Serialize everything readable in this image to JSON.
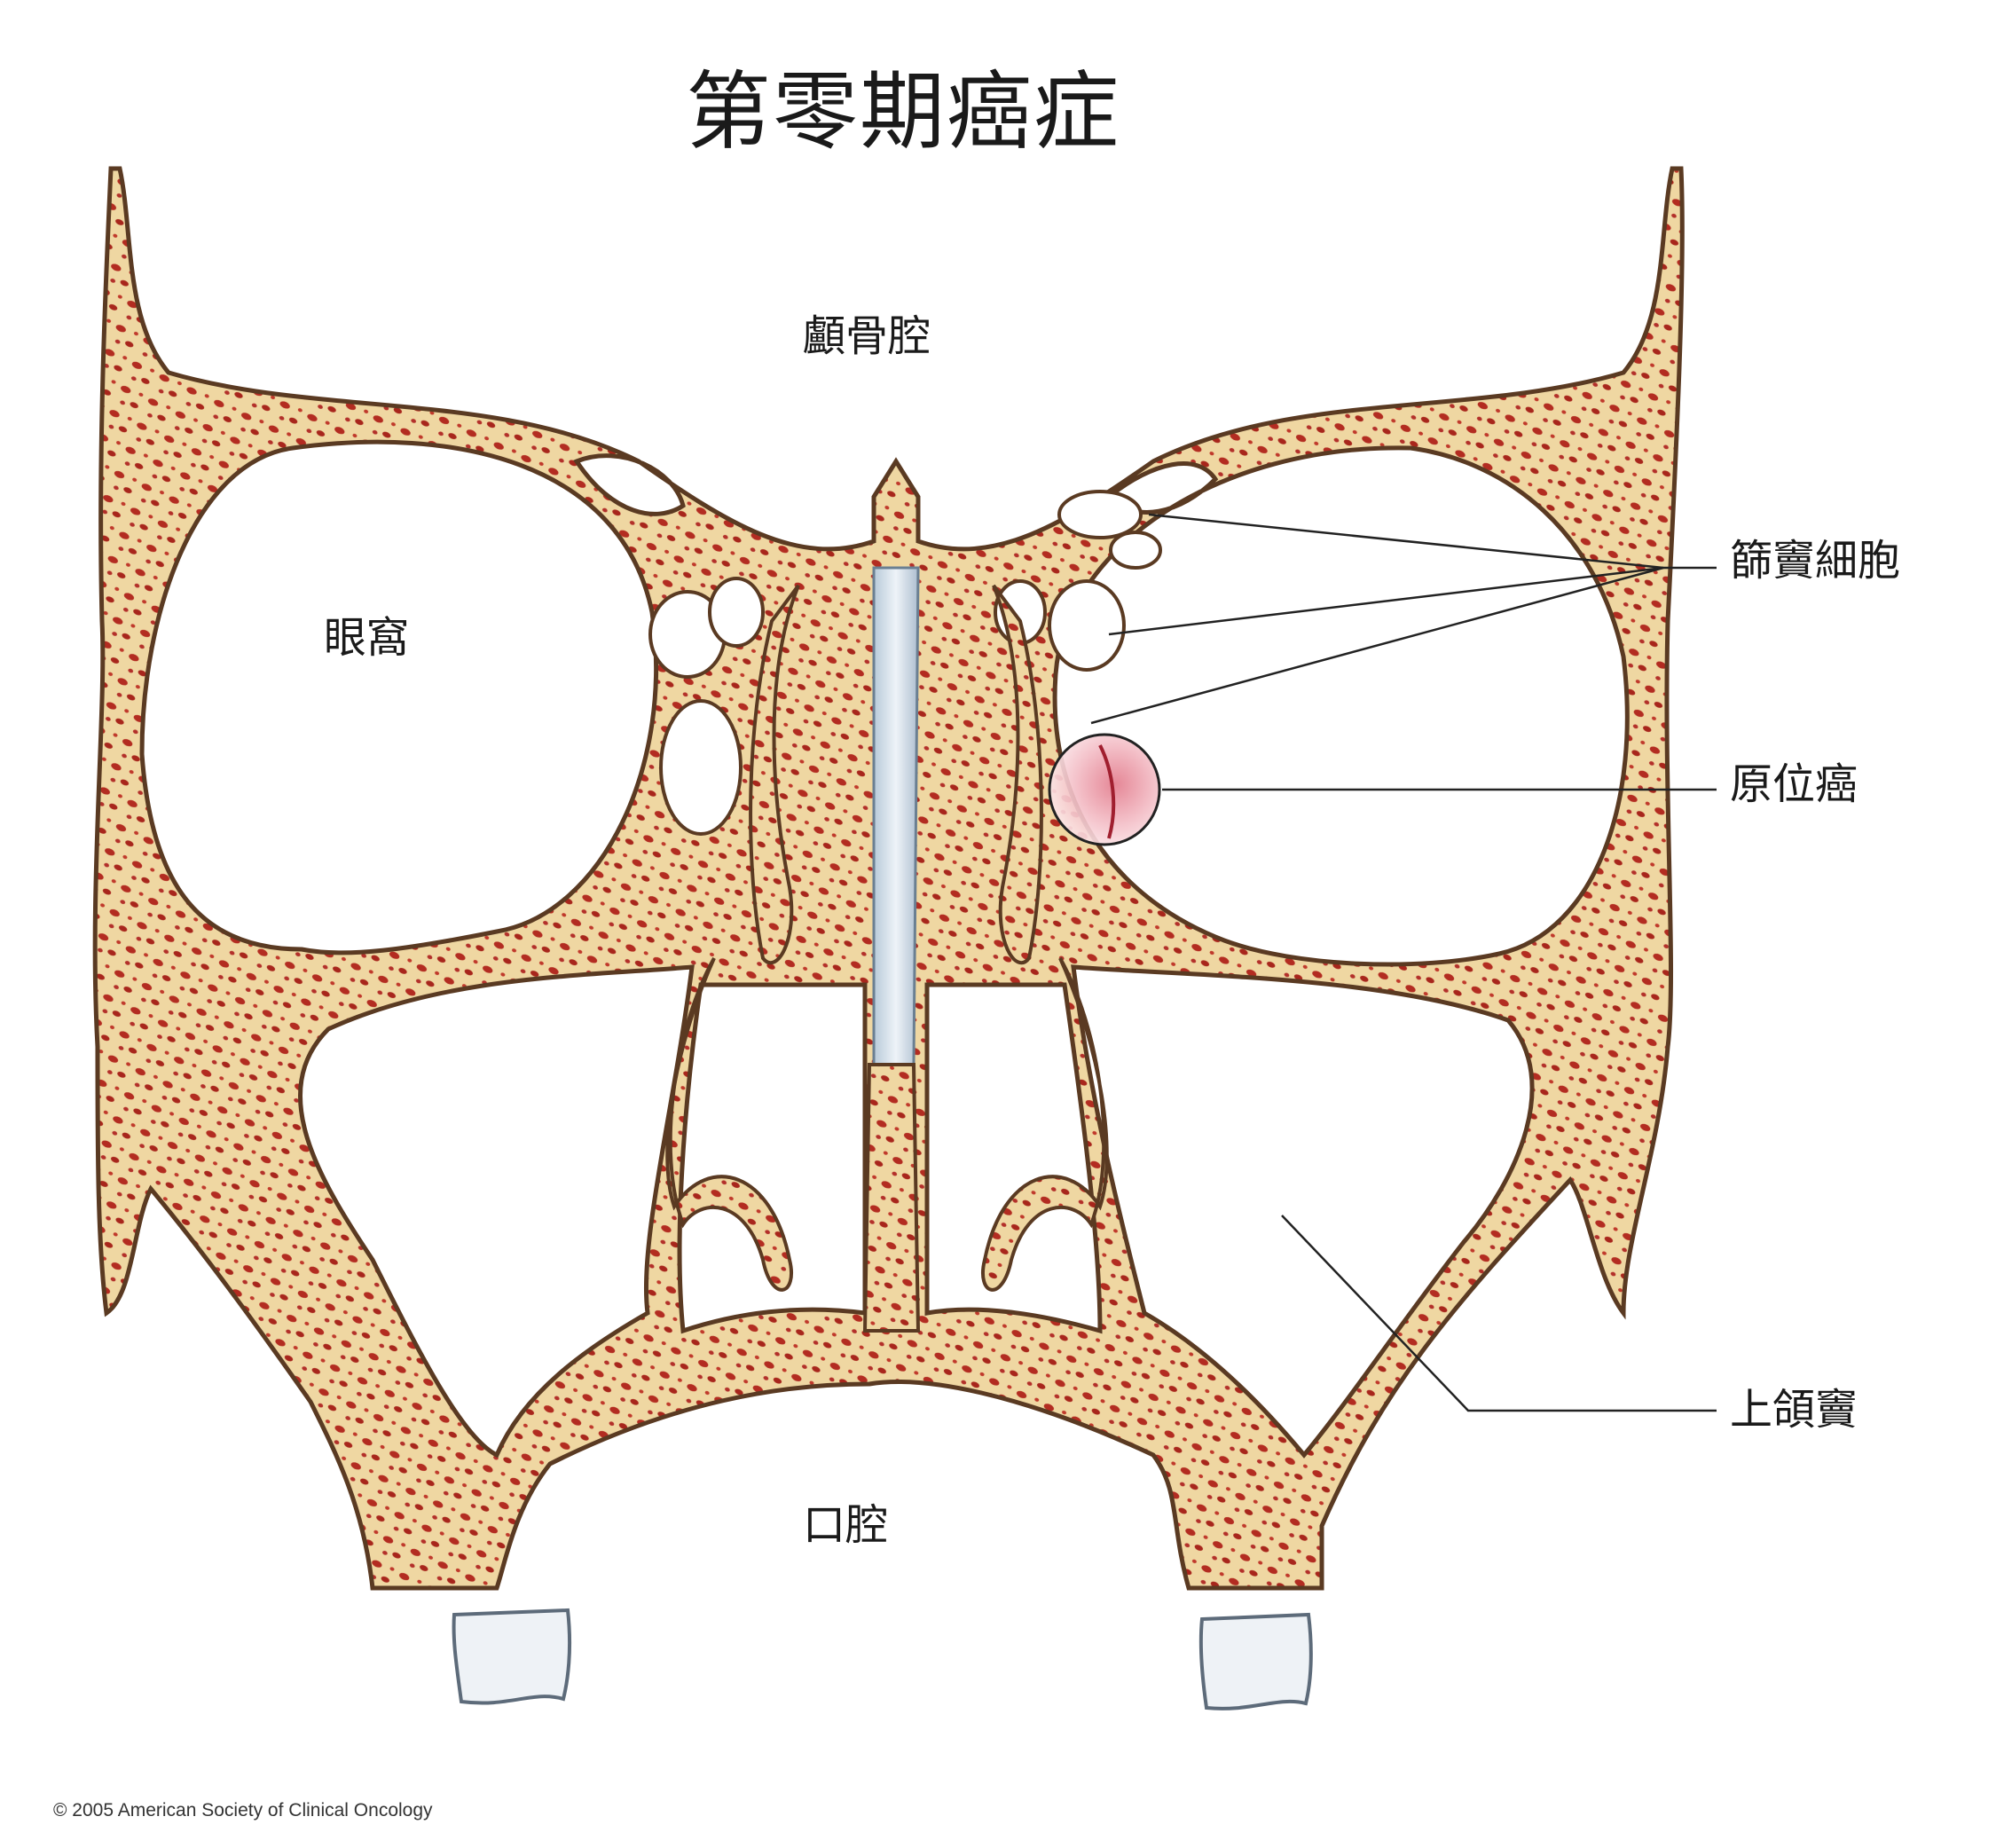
{
  "title": "第零期癌症",
  "labels": {
    "cranial_cavity": "顱骨腔",
    "orbit": "眼窩",
    "ethmoid_cells": "篩竇細胞",
    "carcinoma_in_situ": "原位癌",
    "maxillary_sinus": "上頜竇",
    "oral_cavity": "口腔"
  },
  "copyright": "© 2005 American Society of Clinical Oncology",
  "colors": {
    "bone_fill": "#f0d9a6",
    "bone_outline": "#5a3a22",
    "marrow": "#b5291f",
    "tumor": "#f2b8c0",
    "septum_cartilage": "#c9d8e6",
    "tooth": "#eef2f6",
    "leader_line": "#222222"
  }
}
